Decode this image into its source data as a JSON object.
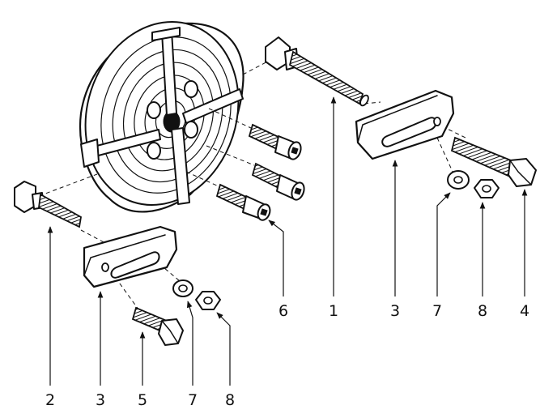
{
  "callouts": [
    {
      "id": "c1",
      "label": "2"
    },
    {
      "id": "c2",
      "label": "3"
    },
    {
      "id": "c3",
      "label": "5"
    },
    {
      "id": "c4",
      "label": "7"
    },
    {
      "id": "c5",
      "label": "8"
    },
    {
      "id": "c6",
      "label": "6"
    },
    {
      "id": "c7",
      "label": "1"
    },
    {
      "id": "c8",
      "label": "3"
    },
    {
      "id": "c9",
      "label": "7"
    },
    {
      "id": "c10",
      "label": "8"
    },
    {
      "id": "c11",
      "label": "4"
    }
  ]
}
